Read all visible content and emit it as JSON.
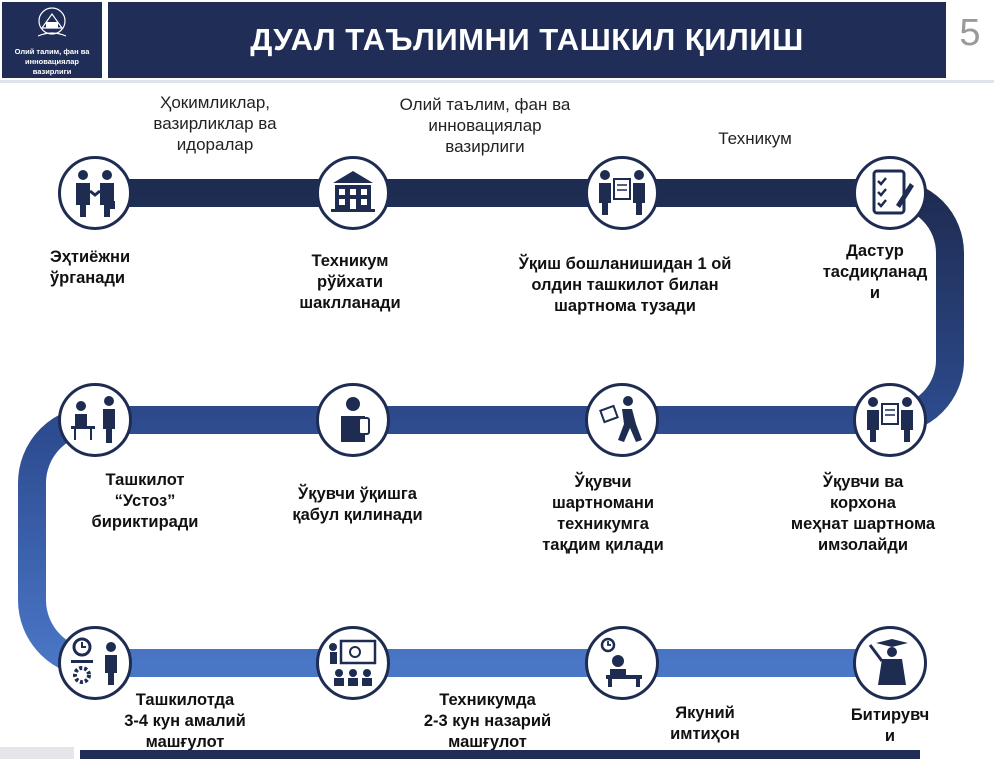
{
  "header": {
    "title": "ДУАЛ ТАЪЛИМНИ ТАШКИЛ ҚИЛИШ",
    "page_number": "5",
    "logo_text_1": "Олий талим, фан ва",
    "logo_text_2": "инновациялар",
    "logo_text_3": "вазирлиги"
  },
  "actors": {
    "a1": [
      "Ҳокимликлар,",
      "вазирликлар ва",
      "идоралар"
    ],
    "a2": [
      "Олий таълим, фан ва",
      "инновациялар",
      "вазирлиги"
    ],
    "a3": [
      "Техникум"
    ]
  },
  "steps": {
    "s1": [
      "Эҳтиёжни",
      "ўрганади"
    ],
    "s2": [
      "Техникум",
      "рўйхати",
      "шаклланади"
    ],
    "s3": [
      "Ўқиш бошланишидан 1 ой",
      "олдин ташкилот билан",
      "шартнома тузади"
    ],
    "s4": [
      "Дастур",
      "тасдиқланад",
      "и"
    ],
    "s5": [
      "Ташкилот",
      "“Устоз”",
      "бириктиради"
    ],
    "s6": [
      "Ўқувчи ўқишга",
      "қабул қилинади"
    ],
    "s7": [
      "Ўқувчи",
      "шартномани",
      "техникумга",
      "тақдим қилади"
    ],
    "s8": [
      "Ўқувчи ва",
      "корхона",
      "меҳнат шартнома",
      "имзолайди"
    ],
    "s9": [
      "Ташкилотда",
      "3-4 кун амалий",
      "машғулот"
    ],
    "s10": [
      "Техникумда",
      "2-3 кун назарий",
      "машғулот"
    ],
    "s11": [
      "Якуний",
      "имтиҳон"
    ],
    "s12": [
      "Битирувч",
      "и"
    ]
  },
  "icons": {
    "n1": "handshake-icon",
    "n2": "school-building-icon",
    "n3": "contract-signing-icon",
    "n4": "checklist-icon",
    "n5": "mentor-icon",
    "n6": "student-icon",
    "n7": "document-delivery-icon",
    "n8": "agreement-icon",
    "n9": "schedule-icon",
    "n10": "classroom-icon",
    "n11": "exam-icon",
    "n12": "graduate-icon"
  },
  "colors": {
    "header_bg": "#1f2d57",
    "track_top": "#1e2c52",
    "track_mid": "#2f4f95",
    "track_bottom": "#4a76c6",
    "node_border": "#1e2c52"
  }
}
